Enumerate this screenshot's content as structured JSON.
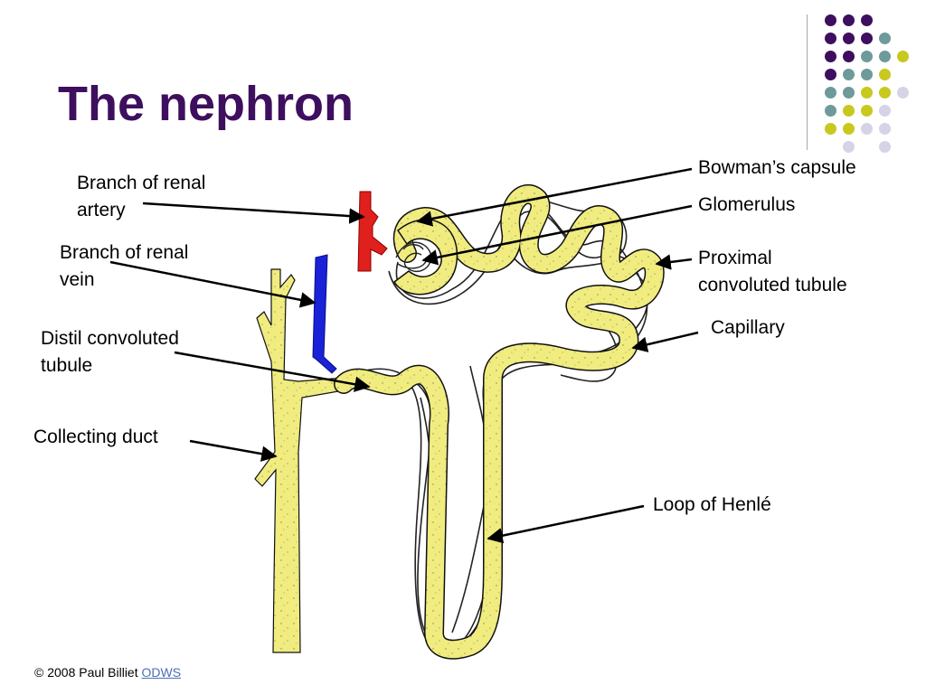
{
  "slide": {
    "title": "The nephron"
  },
  "colors": {
    "title": "#3d0f5e",
    "tubule_fill": "#f0ec80",
    "artery": "#e0201c",
    "vein": "#1a22d8",
    "dot_purple": "#3d0f5e",
    "dot_teal": "#6e9a9a",
    "dot_olive": "#c8c81e",
    "dot_lavender": "#d4d4e6"
  },
  "decoration": {
    "dot_grid": [
      [
        "purple",
        "purple",
        "purple",
        null,
        null
      ],
      [
        "purple",
        "purple",
        "purple",
        "teal",
        null
      ],
      [
        "purple",
        "purple",
        "teal",
        "teal",
        "olive"
      ],
      [
        "purple",
        "teal",
        "teal",
        "olive",
        null
      ],
      [
        "teal",
        "teal",
        "olive",
        "olive",
        "lavender"
      ],
      [
        "teal",
        "olive",
        "olive",
        "lavender",
        null
      ],
      [
        "olive",
        "olive",
        "lavender",
        "lavender",
        null
      ],
      [
        null,
        "lavender",
        null,
        "lavender",
        null
      ]
    ]
  },
  "labels": {
    "renal_artery": [
      "Branch of renal",
      "artery"
    ],
    "renal_vein": [
      "Branch of renal",
      "vein"
    ],
    "distal_tubule": [
      "Distil convoluted",
      "tubule"
    ],
    "collecting_duct": "Collecting duct",
    "bowmans_capsule": "Bowman’s capsule",
    "glomerulus": "Glomerulus",
    "proximal_tubule": [
      "Proximal",
      "convoluted tubule"
    ],
    "capillary": "Capillary",
    "loop_of_henle": "Loop of Henlé"
  },
  "footer": {
    "copyright": "© 2008 Paul Billiet",
    "link_text": "ODWS"
  }
}
